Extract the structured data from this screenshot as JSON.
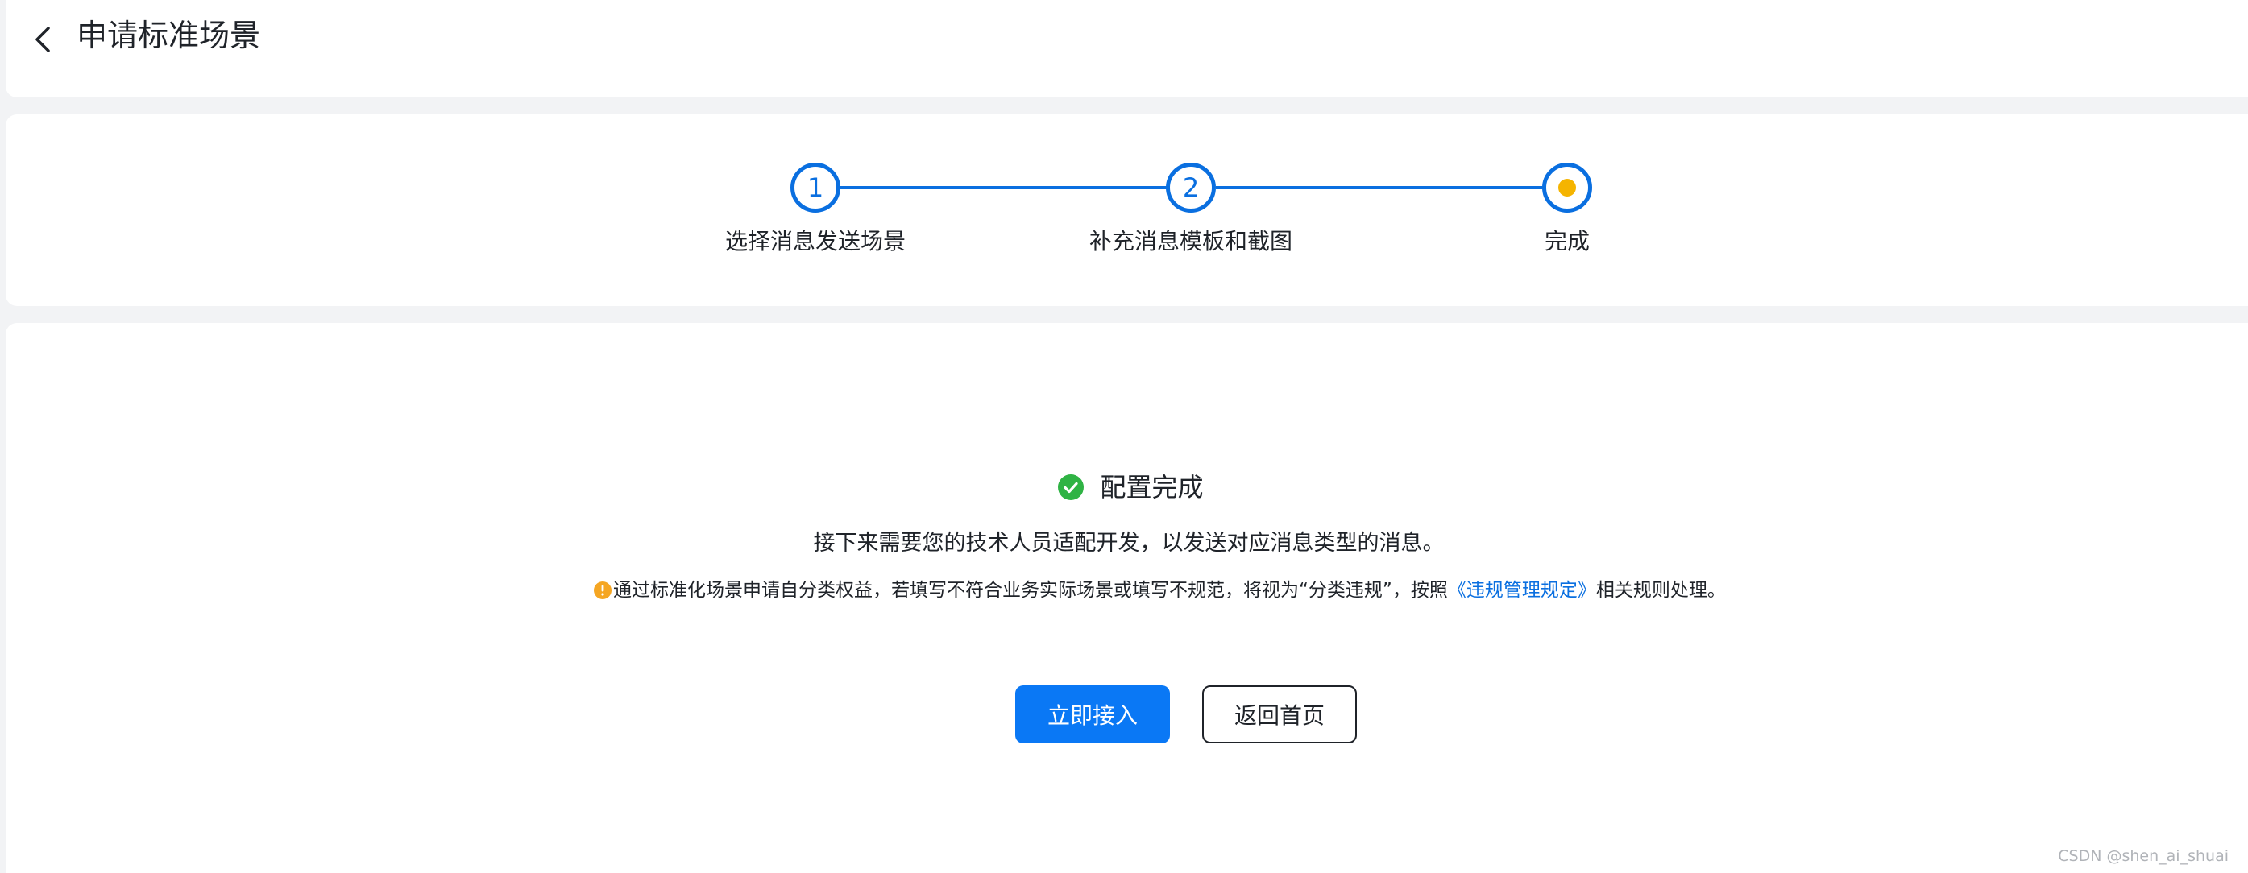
{
  "header": {
    "title": "申请标准场景"
  },
  "steps": [
    {
      "number": "1",
      "label": "选择消息发送场景",
      "state": "done"
    },
    {
      "number": "2",
      "label": "补充消息模板和截图",
      "state": "done"
    },
    {
      "number": "",
      "label": "完成",
      "state": "current"
    }
  ],
  "result": {
    "title": "配置完成",
    "description": "接下来需要您的技术人员适配开发，以发送对应消息类型的消息。",
    "notice_prefix": "通过标准化场景申请自分类权益，若填写不符合业务实际场景或填写不规范，将视为“分类违规”，按照",
    "notice_link": "《违规管理规定》",
    "notice_suffix": "相关规则处理。",
    "primary_button": "立即接入",
    "secondary_button": "返回首页"
  },
  "watermark": "CSDN @shen_ai_shuai",
  "colors": {
    "accent": "#0a6fe0",
    "primary_button": "#0a78f5",
    "success": "#2fb344",
    "warning": "#f5a623",
    "current_step_dot": "#f5b400"
  },
  "icons": {
    "back": "chevron-left-icon",
    "success": "check-circle-icon",
    "warning": "exclamation-circle-icon"
  }
}
